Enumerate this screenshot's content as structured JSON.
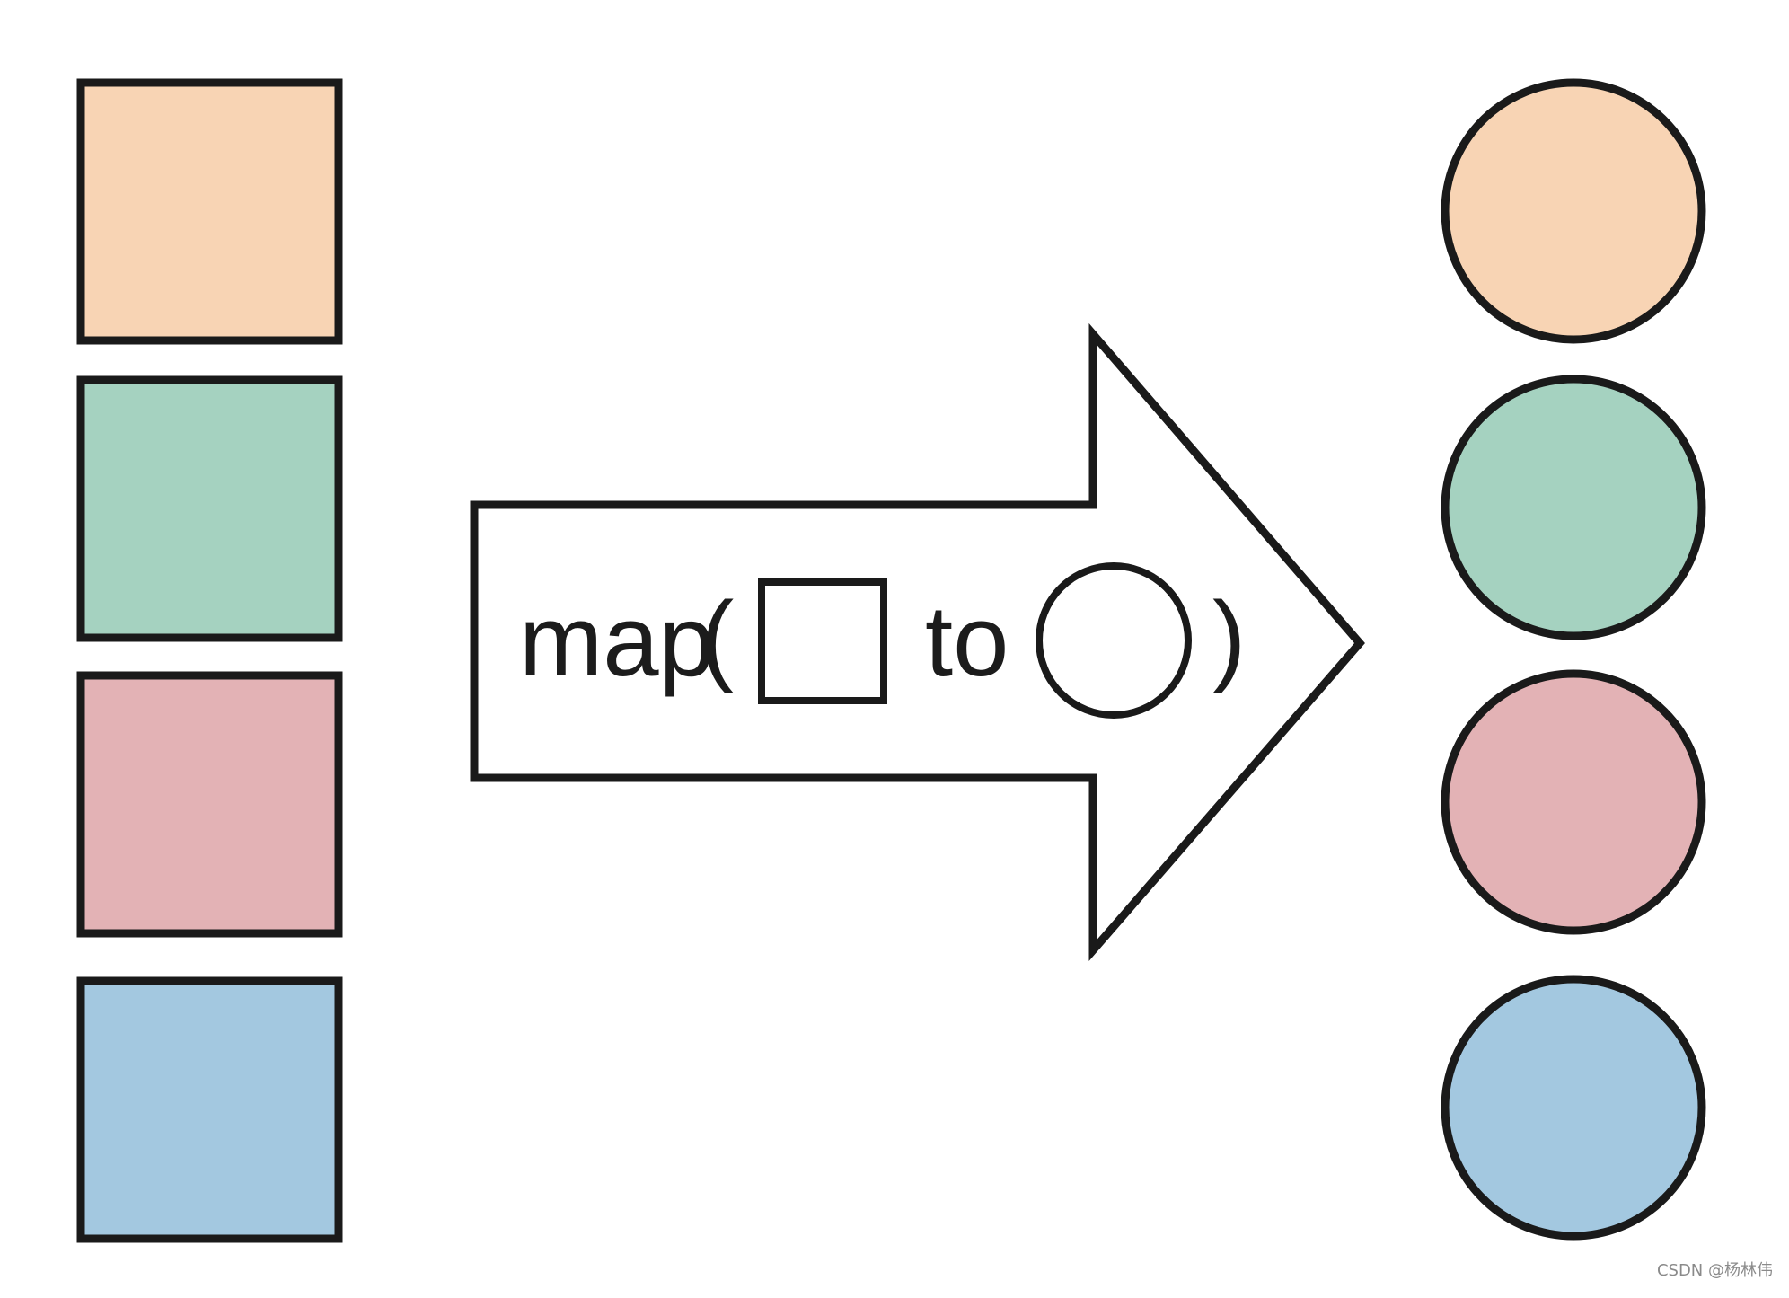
{
  "diagram": {
    "label": {
      "func": "map",
      "open_paren": "(",
      "connector": "to",
      "close_paren": ")"
    },
    "input_shape": "square",
    "output_shape": "circle",
    "items": [
      {
        "name": "peach",
        "color": "#F8D4B4"
      },
      {
        "name": "green",
        "color": "#A5D2C0"
      },
      {
        "name": "pink",
        "color": "#E3B2B5"
      },
      {
        "name": "blue",
        "color": "#A3C8E0"
      }
    ],
    "stroke_color": "#1a1a1a"
  },
  "watermark": "CSDN @杨林伟"
}
